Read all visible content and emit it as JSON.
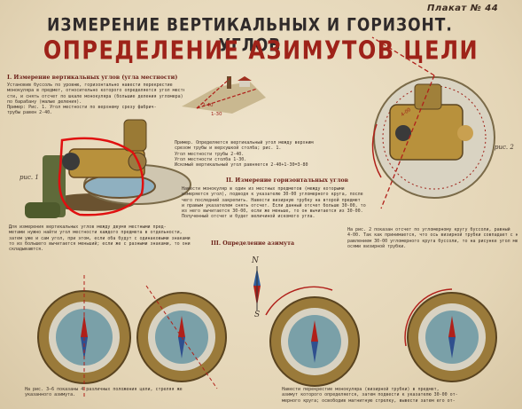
{
  "poster": {
    "plakat": "Плакат № 44",
    "title_line1": "ИЗМЕРЕНИЕ ВЕРТИКАЛЬНЫХ И ГОРИЗОНТ. УГЛОВ",
    "title_line2": "ОПРЕДЕЛЕНИЕ АЗИМУТОВ ЦЕЛИ"
  },
  "section1": {
    "title": "I. Измерение вертикальных углов (угла местности)",
    "text": [
      "Установив буссоль по уровню, горизонтально навести перекрестие",
      "монокуляра в предмет, относительно которого определяется угол местно-",
      "сти, и снять отсчет по шкале монокуляра (большие деления угломера)",
      "по барабану (малые деления).",
      "Пример: Рис. 1. Угол местности по верхнему срезу фабрич-",
      "трубы равен 2-40."
    ],
    "example_title": "Пример. Определяется вертикальный угол между верхним",
    "example": [
      "срезом трубы и верхушкой столба; рис. 1.",
      "Угол местности трубы 2-40.",
      "Угол местности столба 1-30.",
      "Искомый вертикальный угол равняется 2-40+1-30=3-80"
    ],
    "bottom": [
      "Для измерения вертикальных углов между двумя местными пред-",
      "метами нужно найти угол местности каждого предмета в отдельности,",
      "затем уже и сам угол, при этом, если оба будут с одинаковыми знаками,",
      "то из большего вычитается меньший; если же с разными знаками, то они",
      "складываются."
    ]
  },
  "section2": {
    "title": "II. Измерение горизонтальных углов",
    "text": [
      "Навести монокуляр в один из местных предметов (между которыми",
      "измеряется угол), подводя к указателю 30-00 угломерного круга, после",
      "чего последний закрепить. Навести визирную трубку на второй предмет",
      "и правым указателем снять отсчет. Если данный отсчет больше 30-00, то",
      "из него вычитается 30-00, если же меньше, то он вычитается из 30-00.",
      "Полученный отсчет и будет величиной искомого угла."
    ],
    "text2": [
      "На рис. 2 показан отсчет по угломерному кругу буссоли, равный",
      "4-00. Так как принимается, что ось визирной трубки совпадает с нап-",
      "равлением 30-00 угломерного круга буссоли, то на рисунке угол между",
      "осями визирной трубки."
    ]
  },
  "section3": {
    "title": "III. Определение азимута",
    "caption": [
      "На рис. 3—6 показаны 4 различных положения цели, стреляя же",
      "указанного азимута."
    ],
    "right": [
      "Навести перекрестие монокуляра (визирной трубки) в предмет,",
      "азимут которого определяется, затем подвести к указателю 30-00 от-",
      "мерного круга; освободив магнитную стрелку, вывести затем его от-"
    ]
  },
  "labels": {
    "fig1": "рис. 1",
    "fig2": "рис. 2",
    "n_letter": "N",
    "s_letter": "S",
    "dial_readouts": [
      "2-40",
      "1-30",
      "4-00"
    ]
  },
  "colors": {
    "accent_red": "#9e2219",
    "brass": "#b8913c",
    "ink": "#3d3128",
    "highlight": "#e01010"
  }
}
